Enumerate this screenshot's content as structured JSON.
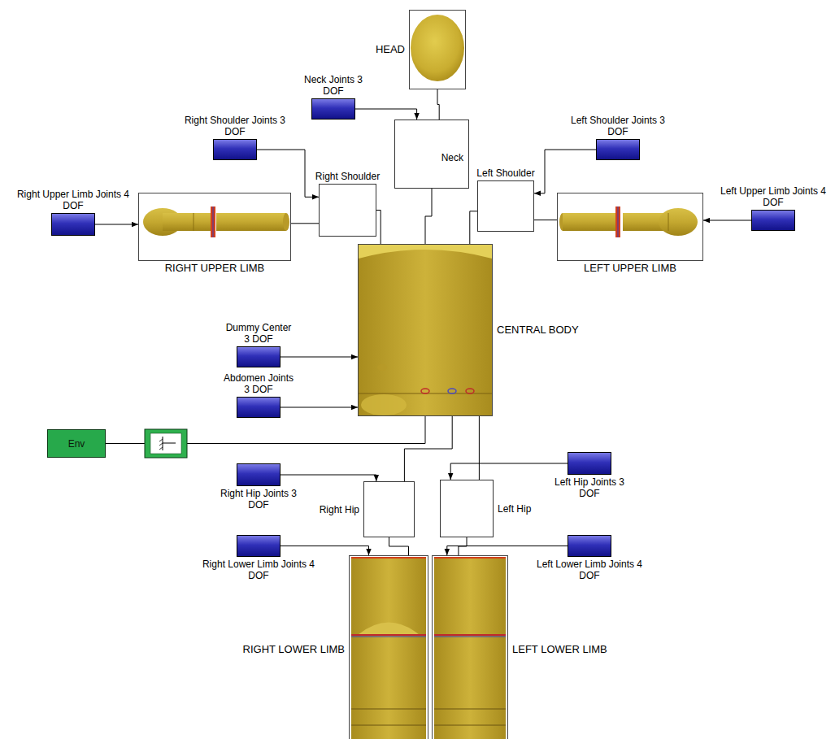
{
  "diagram": {
    "nodes": [
      {
        "text": [
          "HEAD"
        ]
      },
      {
        "text": [
          "Neck Joints 3 DOF"
        ]
      },
      {
        "text": [
          "Neck"
        ]
      },
      {
        "text": [
          "Right Shoulder Joints 3 DOF"
        ]
      },
      {
        "text": [
          "Right Shoulder"
        ]
      },
      {
        "text": [
          "Left Shoulder Joints 3 DOF"
        ]
      },
      {
        "text": [
          "Left Shoulder"
        ]
      },
      {
        "text": [
          "Right Upper Limb Joints 4 DOF"
        ]
      },
      {
        "text": [
          "RIGHT UPPER LIMB"
        ]
      },
      {
        "text": [
          "LEFT UPPER LIMB"
        ]
      },
      {
        "text": [
          "Left Upper Limb Joints 4 DOF"
        ]
      },
      {
        "text": [
          "CENTRAL BODY"
        ]
      },
      {
        "text": [
          "Dummy Center 3 DOF"
        ]
      },
      {
        "text": [
          "Abdomen Joints 3 DOF"
        ]
      },
      {
        "text": [
          "Env"
        ]
      },
      {
        "text": [
          "Right Hip Joints 3 DOF"
        ]
      },
      {
        "text": [
          "Right Hip"
        ]
      },
      {
        "text": [
          "Left Hip"
        ]
      },
      {
        "text": [
          "Left Hip Joints 3 DOF"
        ]
      },
      {
        "text": [
          "Right Lower Limb Joints 4 DOF"
        ]
      },
      {
        "text": [
          "Left Lower Limb Joints 4 DOF"
        ]
      },
      {
        "text": [
          "RIGHT LOWER LIMB"
        ]
      },
      {
        "text": [
          "LEFT LOWER LIMB"
        ]
      }
    ],
    "edges": [
      {
        "from": 1,
        "to": 2,
        "arrow": "to"
      },
      {
        "from": 0,
        "to": 2,
        "arrow": "none"
      },
      {
        "from": 2,
        "to": 11,
        "arrow": "none"
      },
      {
        "from": 3,
        "to": 4,
        "arrow": "to"
      },
      {
        "from": 7,
        "to": 8,
        "arrow": "to"
      },
      {
        "from": 8,
        "to": 4,
        "arrow": "none"
      },
      {
        "from": 4,
        "to": 11,
        "arrow": "none"
      },
      {
        "from": 5,
        "to": 6,
        "arrow": "to"
      },
      {
        "from": 6,
        "to": 11,
        "arrow": "none"
      },
      {
        "from": 9,
        "to": 6,
        "arrow": "none"
      },
      {
        "from": 10,
        "to": 9,
        "arrow": "to"
      },
      {
        "from": 12,
        "to": 11,
        "arrow": "to"
      },
      {
        "from": 13,
        "to": 11,
        "arrow": "to"
      },
      {
        "from": 14,
        "to": 11,
        "arrow": "none"
      },
      {
        "from": 11,
        "to": 16,
        "arrow": "none"
      },
      {
        "from": 11,
        "to": 17,
        "arrow": "none"
      },
      {
        "from": 15,
        "to": 16,
        "arrow": "to"
      },
      {
        "from": 18,
        "to": 17,
        "arrow": "to"
      },
      {
        "from": 16,
        "to": 21,
        "arrow": "none"
      },
      {
        "from": 17,
        "to": 22,
        "arrow": "none"
      },
      {
        "from": 19,
        "to": 21,
        "arrow": "to"
      },
      {
        "from": 20,
        "to": 22,
        "arrow": "to"
      }
    ]
  }
}
